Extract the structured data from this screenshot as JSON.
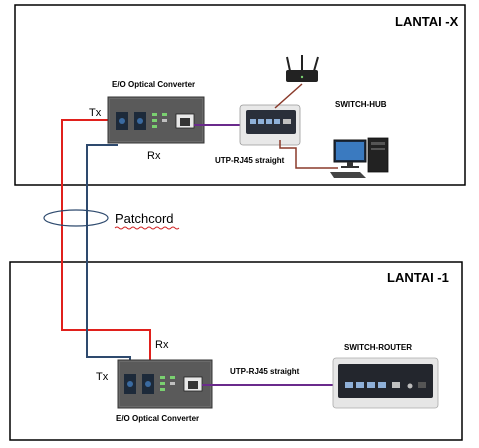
{
  "floors": {
    "top_label": "LANTAI -X",
    "bottom_label": "LANTAI -1"
  },
  "top_floor": {
    "converter_label": "E/O Optical  Converter",
    "tx_label": "Tx",
    "rx_label": "Rx",
    "cable_label": "UTP-RJ45  straight",
    "switch_label": "SWITCH-HUB"
  },
  "patchcord_label": "Patchcord",
  "bottom_floor": {
    "rx_label": "Rx",
    "tx_label": "Tx",
    "converter_label": "E/O Optical  Converter",
    "cable_label": "UTP-RJ45  straight",
    "router_label": "SWITCH-ROUTER"
  },
  "colors": {
    "tx_fiber": "#e0201c",
    "rx_fiber": "#2e4a6e",
    "utp_cable": "#6a2a8c",
    "router_cable": "#8a3a2a",
    "frame": "#000000",
    "spellcheck_underline": "#d02020"
  },
  "icons": [
    "media-converter-icon",
    "switch-hub-icon",
    "wifi-router-icon",
    "desktop-pc-icon",
    "switch-router-icon"
  ]
}
